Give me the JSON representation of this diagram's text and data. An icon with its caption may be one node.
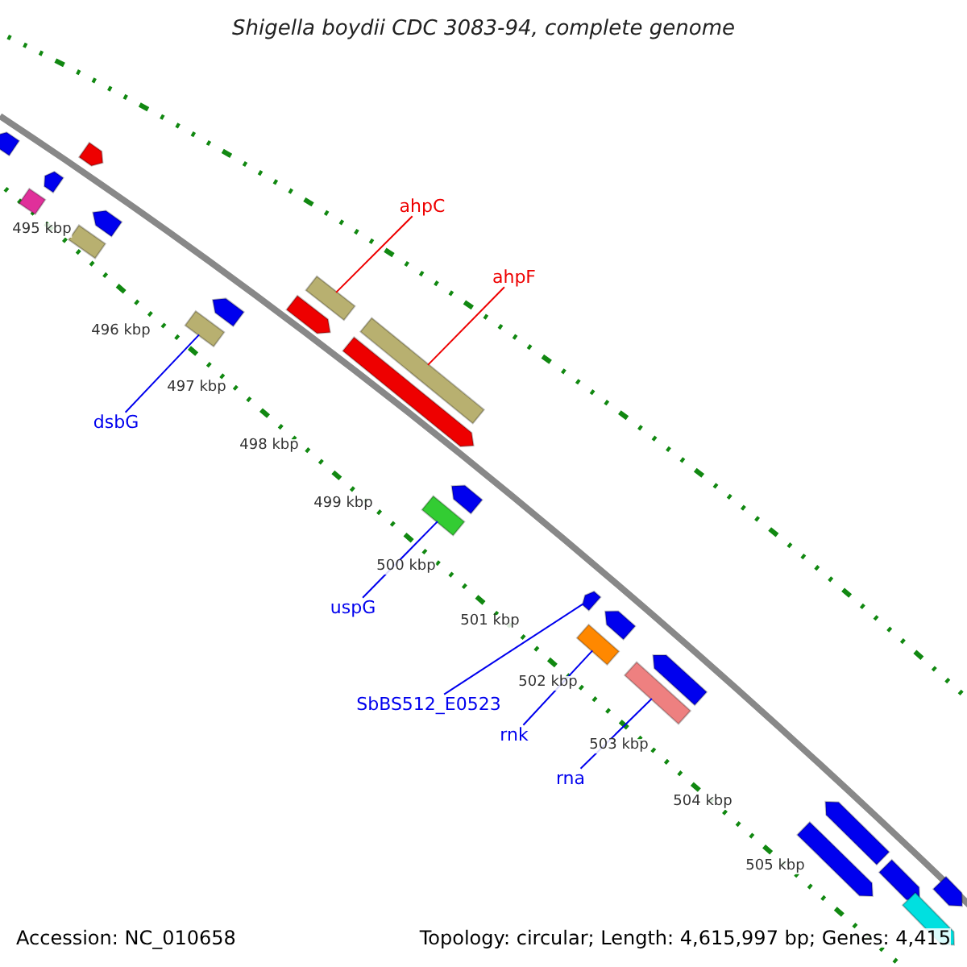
{
  "diagram": {
    "title": "Shigella boydii CDC 3083-94, complete genome",
    "nodes": [
      {
        "text": [
          "ahpC"
        ]
      },
      {
        "text": [],
        "shape": "bar"
      },
      {
        "text": [
          "ahpF"
        ]
      },
      {
        "text": [],
        "shape": "bar"
      },
      {
        "text": [
          "dsbG"
        ]
      },
      {
        "text": [],
        "shape": "bar"
      },
      {
        "text": [
          "uspG"
        ]
      },
      {
        "text": [],
        "shape": "bar"
      },
      {
        "text": [
          "SbBS512_E0523"
        ]
      },
      {
        "text": [],
        "shape": "bar"
      },
      {
        "text": [
          "rnk"
        ]
      },
      {
        "text": [],
        "shape": "bar"
      },
      {
        "text": [
          "rna"
        ]
      },
      {
        "text": [],
        "shape": "bar"
      },
      {
        "text": [],
        "shape": "bar"
      },
      {
        "text": [],
        "shape": "bar"
      },
      {
        "text": [],
        "shape": "bar"
      },
      {
        "text": [],
        "shape": "bar"
      },
      {
        "text": [],
        "shape": "bar"
      },
      {
        "text": [],
        "shape": "bar"
      },
      {
        "text": [],
        "shape": "bar"
      },
      {
        "text": [],
        "shape": "bar"
      },
      {
        "text": [],
        "shape": "bar"
      },
      {
        "text": [],
        "shape": "bar"
      },
      {
        "text": [],
        "shape": "bar"
      },
      {
        "text": [],
        "shape": "bar"
      },
      {
        "text": [],
        "shape": "bar"
      },
      {
        "text": [],
        "shape": "bar"
      },
      {
        "text": [],
        "shape": "bar"
      },
      {
        "text": [],
        "shape": "bar"
      },
      {
        "text": [],
        "shape": "bar"
      }
    ],
    "edges": [
      {
        "from": 0,
        "to": 1,
        "arrow": "none",
        "color": "#ee0000"
      },
      {
        "from": 2,
        "to": 3,
        "arrow": "none",
        "color": "#ee0000"
      },
      {
        "from": 4,
        "to": 5,
        "arrow": "none"
      },
      {
        "from": 6,
        "to": 7,
        "arrow": "none"
      },
      {
        "from": 8,
        "to": 9,
        "arrow": "none"
      },
      {
        "from": 10,
        "to": 11,
        "arrow": "none"
      },
      {
        "from": 12,
        "to": 13,
        "arrow": "none"
      }
    ],
    "labels": [
      "495 kbp",
      "496 kbp",
      "497 kbp",
      "498 kbp",
      "499 kbp",
      "500 kbp",
      "501 kbp",
      "502 kbp",
      "503 kbp",
      "504 kbp",
      "505 kbp",
      "Accession: NC_010658",
      "Topology: circular; Length: 4,615,997 bp; Genes: 4,415"
    ]
  }
}
